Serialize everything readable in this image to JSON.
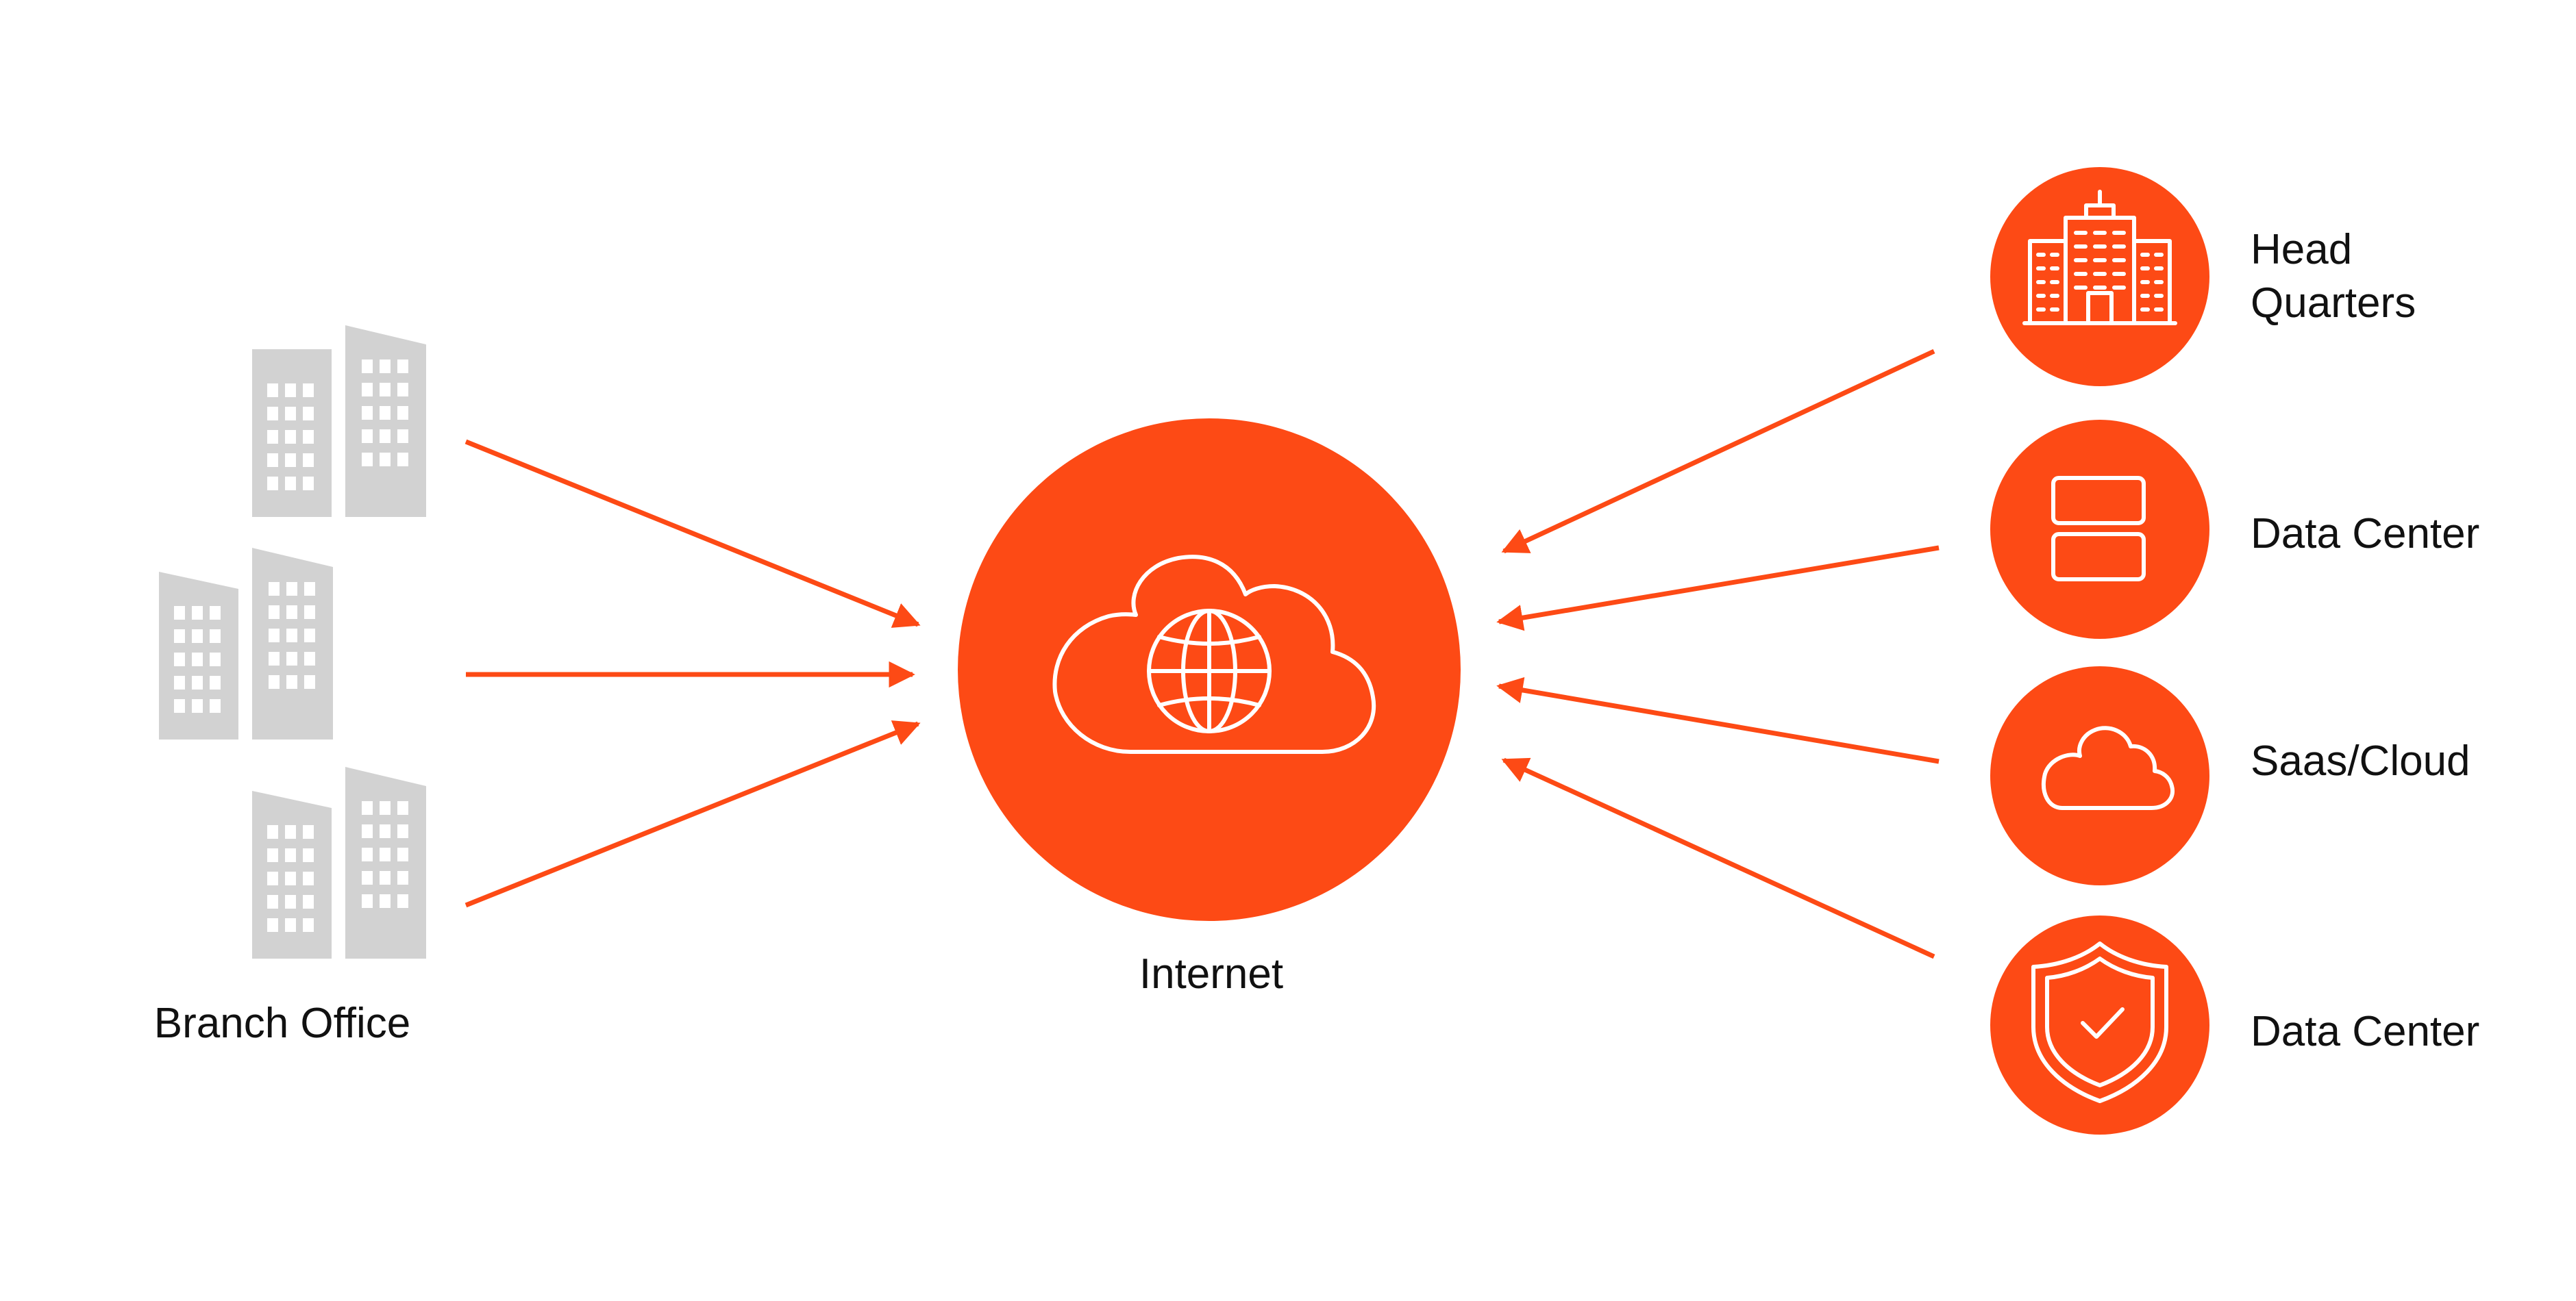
{
  "accent_color": "#FD4A15",
  "building_color": "#D2D2D2",
  "text_color": "#111111",
  "nodes": {
    "branch_office": {
      "label": "Branch Office",
      "icon": "office-buildings-icon"
    },
    "internet": {
      "label": "Internet",
      "icon": "cloud-globe-icon"
    },
    "head_quarters": {
      "label_line1": "Head",
      "label_line2": "Quarters",
      "icon": "skyscraper-icon"
    },
    "data_center_1": {
      "label": "Data Center",
      "icon": "server-rack-icon"
    },
    "saas_cloud": {
      "label": "Saas/Cloud",
      "icon": "cloud-icon"
    },
    "data_center_2": {
      "label": "Data Center",
      "icon": "shield-check-icon"
    }
  },
  "connections": [
    {
      "from": "branch_office",
      "to": "internet"
    },
    {
      "from": "branch_office",
      "to": "internet"
    },
    {
      "from": "branch_office",
      "to": "internet"
    },
    {
      "from": "head_quarters",
      "to": "internet"
    },
    {
      "from": "data_center_1",
      "to": "internet"
    },
    {
      "from": "saas_cloud",
      "to": "internet"
    },
    {
      "from": "data_center_2",
      "to": "internet"
    }
  ]
}
